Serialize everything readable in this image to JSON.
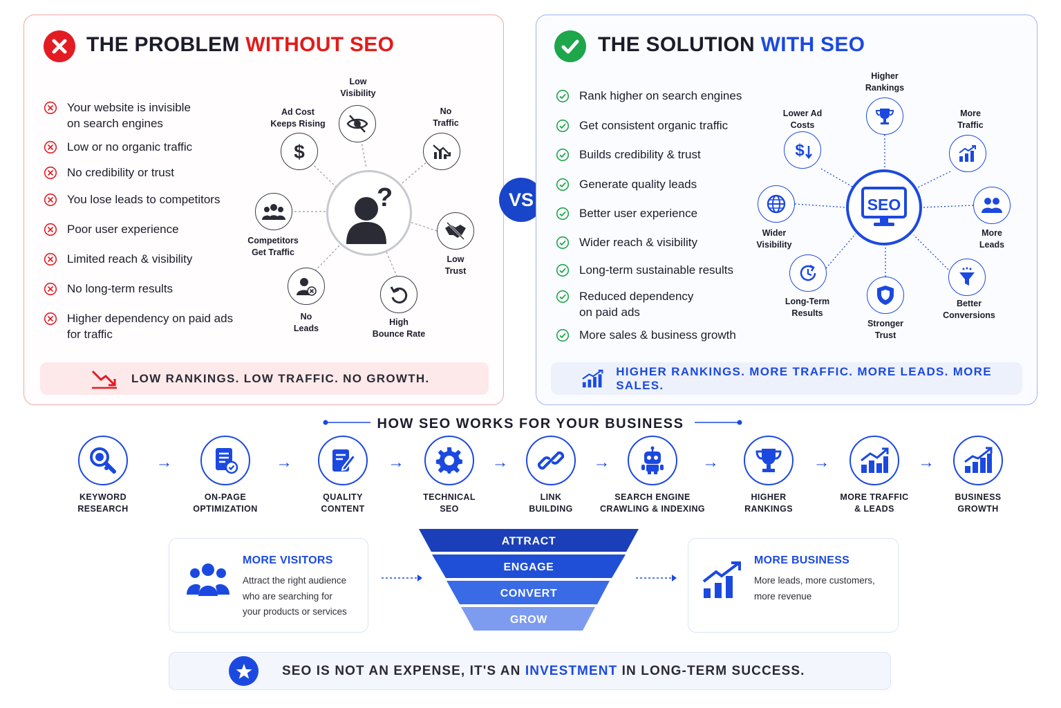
{
  "problem": {
    "title_prefix": "THE PROBLEM ",
    "title_accent": "WITHOUT SEO",
    "items": [
      "Your website is invisible\non search engines",
      "Low or no organic traffic",
      "No credibility or trust",
      "You lose leads to competitors",
      "Poor user experience",
      "Limited reach & visibility",
      "No long-term results",
      "Higher dependency on paid ads\nfor traffic"
    ],
    "nodes": {
      "low_visibility": "Low\nVisibility",
      "no_traffic": "No\nTraffic",
      "ad_cost": "Ad Cost\nKeeps Rising",
      "competitors": "Competitors\nGet Traffic",
      "low_trust": "Low\nTrust",
      "no_leads": "No\nLeads",
      "high_bounce": "High\nBounce Rate"
    },
    "center_glyph": "?",
    "dollar_glyph": "$",
    "banner": "LOW RANKINGS. LOW TRAFFIC. NO GROWTH."
  },
  "vs_label": "VS",
  "solution": {
    "title_prefix": "THE SOLUTION ",
    "title_accent": "WITH SEO",
    "items": [
      "Rank higher on search engines",
      "Get consistent organic traffic",
      "Builds credibility & trust",
      "Generate quality leads",
      "Better user experience",
      "Wider reach & visibility",
      "Long-term sustainable results",
      "Reduced dependency\non paid ads",
      "More sales & business growth"
    ],
    "center_label": "SEO",
    "dollar_glyph": "$",
    "nodes": {
      "higher_rankings": "Higher\nRankings",
      "lower_ad_costs": "Lower Ad\nCosts",
      "more_traffic": "More\nTraffic",
      "wider_visibility": "Wider\nVisibility",
      "more_leads": "More\nLeads",
      "long_term": "Long-Term\nResults",
      "stronger_trust": "Stronger\nTrust",
      "better_conversions": "Better\nConversions"
    },
    "banner": "HIGHER RANKINGS. MORE TRAFFIC. MORE LEADS. MORE SALES."
  },
  "how": {
    "title": "HOW SEO WORKS FOR YOUR BUSINESS",
    "steps": [
      "KEYWORD\nRESEARCH",
      "ON-PAGE\nOPTIMIZATION",
      "QUALITY\nCONTENT",
      "TECHNICAL\nSEO",
      "LINK\nBUILDING",
      "SEARCH ENGINE\nCRAWLING & INDEXING",
      "HIGHER\nRANKINGS",
      "MORE TRAFFIC\n& LEADS",
      "BUSINESS\nGROWTH"
    ],
    "arrow_glyph": "→"
  },
  "funnel": {
    "stages": [
      "ATTRACT",
      "ENGAGE",
      "CONVERT",
      "GROW"
    ],
    "colors": [
      "#1a3fb8",
      "#1f4fd6",
      "#3a6be6",
      "#7d9cf0"
    ]
  },
  "cards": {
    "left": {
      "title": "MORE VISITORS",
      "body": "Attract the right audience\nwho are searching for\nyour products or services"
    },
    "right": {
      "title": "MORE BUSINESS",
      "body": "More leads, more customers,\nmore revenue"
    }
  },
  "bottom": {
    "prefix": "SEO IS NOT AN EXPENSE, IT'S AN ",
    "accent": "INVESTMENT",
    "suffix": " IN LONG-TERM SUCCESS."
  },
  "colors": {
    "red": "#e31b23",
    "green": "#1ea64a",
    "blue": "#1b49e0",
    "dark_blue": "#1845c9",
    "grey": "#3a3a44"
  }
}
